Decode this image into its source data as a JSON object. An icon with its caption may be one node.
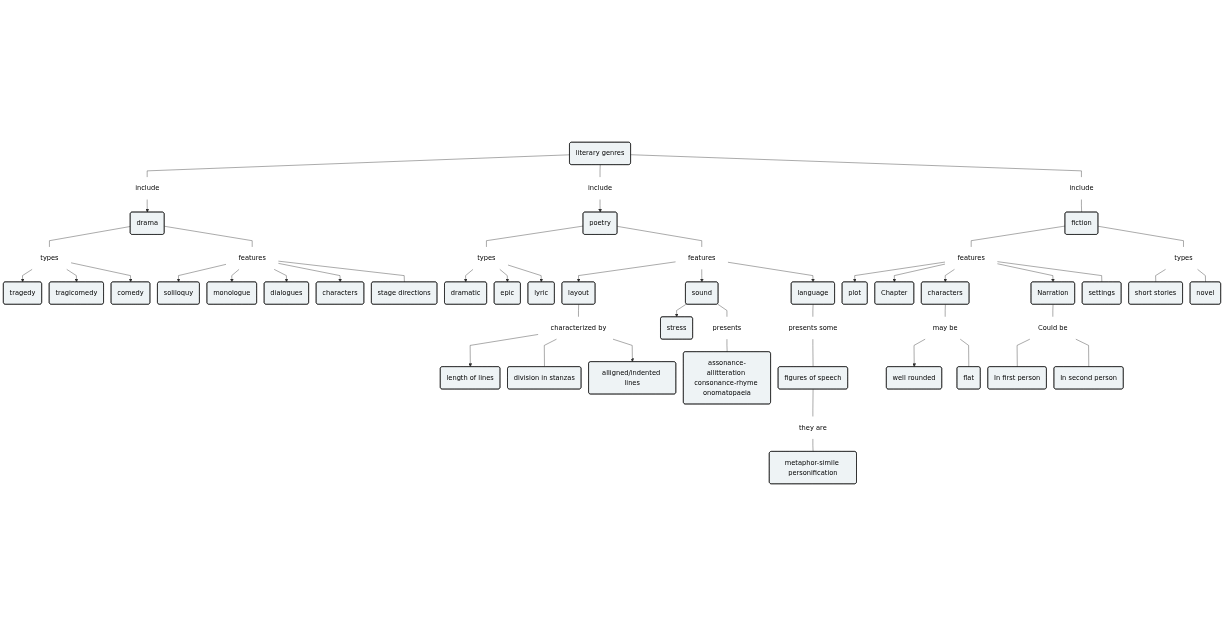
{
  "diagram": {
    "nodes": [
      {
        "text": [
          "soliloquy"
        ]
      },
      {
        "text": [
          "tragedy"
        ]
      },
      {
        "text": [
          "tragicomedy"
        ]
      },
      {
        "text": [
          "comedy"
        ]
      },
      {
        "text": [
          "types"
        ]
      },
      {
        "text": [
          "monologue"
        ]
      },
      {
        "text": [
          "drama"
        ]
      },
      {
        "text": [
          "dialogues"
        ]
      },
      {
        "text": [
          "features"
        ]
      },
      {
        "text": [
          "stage directions"
        ]
      },
      {
        "text": [
          "characters"
        ]
      },
      {
        "text": [
          "include"
        ]
      },
      {
        "text": [
          "dramatic"
        ]
      },
      {
        "text": [
          "epic"
        ]
      },
      {
        "text": [
          "types"
        ]
      },
      {
        "text": [
          "lyric"
        ]
      },
      {
        "text": [
          "poetry"
        ]
      },
      {
        "text": [
          "length of lines"
        ]
      },
      {
        "text": [
          "characterized by"
        ]
      },
      {
        "text": [
          "layout"
        ]
      },
      {
        "text": [
          "division in stanzas"
        ]
      },
      {
        "text": [
          "alligned/indented lines"
        ]
      },
      {
        "text": [
          "features"
        ]
      },
      {
        "text": [
          "language"
        ]
      },
      {
        "text": [
          "sound"
        ]
      },
      {
        "text": [
          "stress"
        ]
      },
      {
        "text": [
          "presents"
        ]
      },
      {
        "text": [
          "include"
        ]
      },
      {
        "text": [
          "literary genres"
        ]
      },
      {
        "text": [
          "presents some"
        ]
      },
      {
        "text": [
          "figures of speech"
        ]
      },
      {
        "text": [
          "assonance-allitteration consonance-rhyme onomatopaeia"
        ]
      },
      {
        "text": [
          "they are"
        ]
      },
      {
        "text": [
          "well rounded"
        ]
      },
      {
        "text": [
          "include"
        ]
      },
      {
        "text": [
          "may be"
        ]
      },
      {
        "text": [
          "metaphor-simile personification"
        ]
      },
      {
        "text": [
          "plot"
        ]
      },
      {
        "text": [
          "Chapter"
        ]
      },
      {
        "text": [
          "characters"
        ]
      },
      {
        "text": [
          "flat"
        ]
      },
      {
        "text": [
          "fiction"
        ]
      },
      {
        "text": [
          "features"
        ]
      },
      {
        "text": [
          "Narration"
        ]
      },
      {
        "text": [
          "types"
        ]
      },
      {
        "text": [
          "Could be"
        ]
      },
      {
        "text": [
          "novel"
        ]
      },
      {
        "text": [
          "In first person"
        ]
      },
      {
        "text": [
          "short stories"
        ]
      },
      {
        "text": [
          "In second person"
        ]
      },
      {
        "text": [
          "settings"
        ]
      }
    ],
    "edges": [
      {
        "from": 28,
        "to": 11,
        "arrow": "none"
      },
      {
        "from": 11,
        "to": 6,
        "arrow": "to"
      },
      {
        "from": 28,
        "to": 27,
        "arrow": "none"
      },
      {
        "from": 27,
        "to": 16,
        "arrow": "to"
      },
      {
        "from": 28,
        "to": 34,
        "arrow": "none"
      },
      {
        "from": 34,
        "to": 41,
        "arrow": "none"
      },
      {
        "from": 6,
        "to": 4,
        "arrow": "none"
      },
      {
        "from": 4,
        "to": 1,
        "arrow": "to"
      },
      {
        "from": 4,
        "to": 2,
        "arrow": "to"
      },
      {
        "from": 4,
        "to": 3,
        "arrow": "to"
      },
      {
        "from": 6,
        "to": 8,
        "arrow": "none"
      },
      {
        "from": 8,
        "to": 0,
        "arrow": "to"
      },
      {
        "from": 8,
        "to": 5,
        "arrow": "to"
      },
      {
        "from": 8,
        "to": 7,
        "arrow": "to"
      },
      {
        "from": 8,
        "to": 10,
        "arrow": "to"
      },
      {
        "from": 8,
        "to": 9,
        "arrow": "none"
      },
      {
        "from": 16,
        "to": 14,
        "arrow": "none"
      },
      {
        "from": 14,
        "to": 12,
        "arrow": "to"
      },
      {
        "from": 14,
        "to": 13,
        "arrow": "to"
      },
      {
        "from": 14,
        "to": 15,
        "arrow": "to"
      },
      {
        "from": 16,
        "to": 22,
        "arrow": "none"
      },
      {
        "from": 22,
        "to": 19,
        "arrow": "to"
      },
      {
        "from": 22,
        "to": 24,
        "arrow": "to"
      },
      {
        "from": 22,
        "to": 23,
        "arrow": "to"
      },
      {
        "from": 19,
        "to": 18,
        "arrow": "none"
      },
      {
        "from": 18,
        "to": 17,
        "arrow": "to"
      },
      {
        "from": 18,
        "to": 20,
        "arrow": "none"
      },
      {
        "from": 18,
        "to": 21,
        "arrow": "to"
      },
      {
        "from": 24,
        "to": 25,
        "arrow": "to"
      },
      {
        "from": 24,
        "to": 26,
        "arrow": "none"
      },
      {
        "from": 26,
        "to": 31,
        "arrow": "none"
      },
      {
        "from": 23,
        "to": 29,
        "arrow": "none"
      },
      {
        "from": 29,
        "to": 30,
        "arrow": "none"
      },
      {
        "from": 30,
        "to": 32,
        "arrow": "none"
      },
      {
        "from": 32,
        "to": 36,
        "arrow": "none"
      },
      {
        "from": 41,
        "to": 42,
        "arrow": "none"
      },
      {
        "from": 42,
        "to": 37,
        "arrow": "to"
      },
      {
        "from": 42,
        "to": 38,
        "arrow": "to"
      },
      {
        "from": 42,
        "to": 39,
        "arrow": "to"
      },
      {
        "from": 42,
        "to": 43,
        "arrow": "to"
      },
      {
        "from": 42,
        "to": 50,
        "arrow": "none"
      },
      {
        "from": 39,
        "to": 35,
        "arrow": "none"
      },
      {
        "from": 35,
        "to": 33,
        "arrow": "to"
      },
      {
        "from": 35,
        "to": 40,
        "arrow": "none"
      },
      {
        "from": 41,
        "to": 44,
        "arrow": "none"
      },
      {
        "from": 44,
        "to": 48,
        "arrow": "none"
      },
      {
        "from": 44,
        "to": 46,
        "arrow": "none"
      },
      {
        "from": 43,
        "to": 45,
        "arrow": "none"
      },
      {
        "from": 45,
        "to": 47,
        "arrow": "none"
      },
      {
        "from": 45,
        "to": 49,
        "arrow": "none"
      }
    ]
  }
}
